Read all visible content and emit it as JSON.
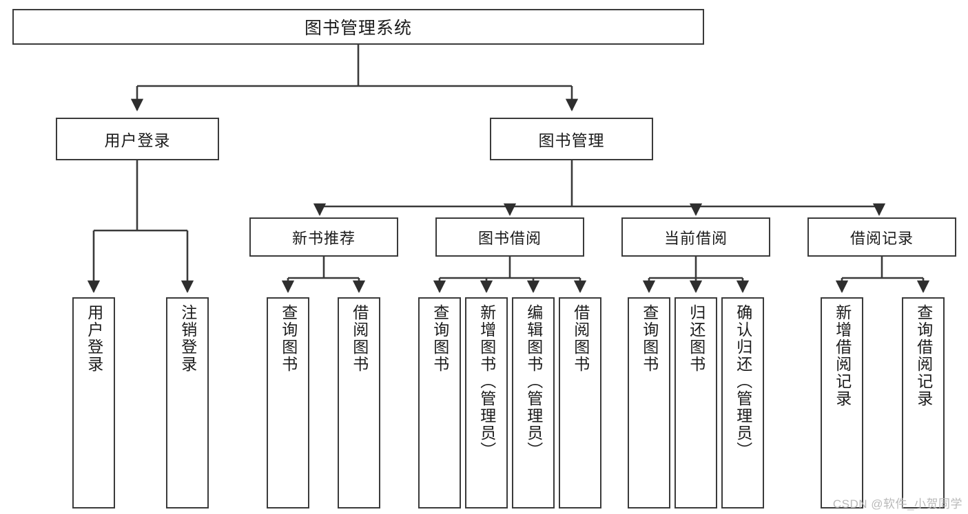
{
  "diagram": {
    "title": "图书管理系统",
    "watermark": "CSDN @软件_小贺同学",
    "line_color": "#3a3a3a",
    "box_fill": "#ffffff",
    "text_color": "#1b1b1b",
    "watermark_color": "#b9b9b9"
  },
  "nodes": {
    "root": {
      "label": "图书管理系统",
      "level": 1
    },
    "l2": [
      {
        "id": "user-login",
        "label": "用户登录",
        "level": 2
      },
      {
        "id": "book-management",
        "label": "图书管理",
        "level": 2
      }
    ],
    "l3": [
      {
        "id": "new-book-recommend",
        "label": "新书推荐",
        "level": 3,
        "parent": "book-management"
      },
      {
        "id": "book-borrow",
        "label": "图书借阅",
        "level": 3,
        "parent": "book-management"
      },
      {
        "id": "current-borrow",
        "label": "当前借阅",
        "level": 3,
        "parent": "book-management"
      },
      {
        "id": "borrow-record",
        "label": "借阅记录",
        "level": 3,
        "parent": "book-management"
      }
    ],
    "leaves": [
      {
        "id": "leaf-user-login",
        "label": "用户登录",
        "parent": "user-login"
      },
      {
        "id": "leaf-logout-login",
        "label": "注销登录",
        "parent": "user-login"
      },
      {
        "id": "leaf-query-book-1",
        "label": "查询图书",
        "parent": "new-book-recommend"
      },
      {
        "id": "leaf-borrow-book-1",
        "label": "借阅图书",
        "parent": "new-book-recommend"
      },
      {
        "id": "leaf-query-book-2",
        "label": "查询图书",
        "parent": "book-borrow"
      },
      {
        "id": "leaf-add-book",
        "label": "新增图书（管理员）",
        "parent": "book-borrow"
      },
      {
        "id": "leaf-edit-book",
        "label": "编辑图书（管理员）",
        "parent": "book-borrow"
      },
      {
        "id": "leaf-borrow-book-2",
        "label": "借阅图书",
        "parent": "book-borrow"
      },
      {
        "id": "leaf-query-book-3",
        "label": "查询图书",
        "parent": "current-borrow"
      },
      {
        "id": "leaf-return-book",
        "label": "归还图书",
        "parent": "current-borrow"
      },
      {
        "id": "leaf-confirm-return",
        "label": "确认归还（管理员）",
        "parent": "current-borrow"
      },
      {
        "id": "leaf-add-record",
        "label": "新增借阅记录",
        "parent": "borrow-record"
      },
      {
        "id": "leaf-query-record",
        "label": "查询借阅记录",
        "parent": "borrow-record"
      }
    ]
  }
}
